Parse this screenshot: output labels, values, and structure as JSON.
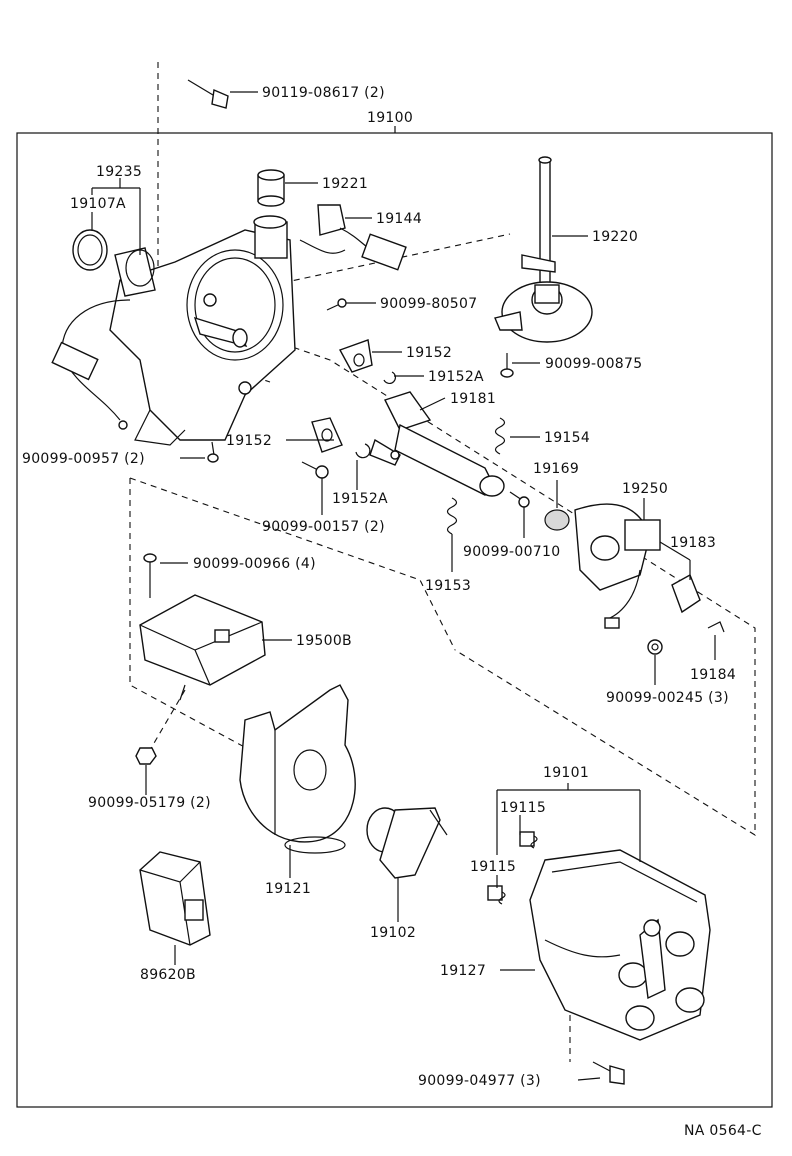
{
  "labels": {
    "p90119_08617": "90119-08617 (2)",
    "p19100": "19100",
    "p19235": "19235",
    "p19107A": "19107A",
    "p19221": "19221",
    "p19144": "19144",
    "p19220": "19220",
    "p90099_80507": "90099-80507",
    "p19152_top": "19152",
    "p19152A_top": "19152A",
    "p90099_00875": "90099-00875",
    "p19181": "19181",
    "p19154": "19154",
    "p19152_mid": "19152",
    "p90099_00957": "90099-00957 (2)",
    "p19152A_mid": "19152A",
    "p90099_00157": "90099-00157 (2)",
    "p19169": "19169",
    "p19250": "19250",
    "p90099_00710": "90099-00710",
    "p19153": "19153",
    "p19183": "19183",
    "p90099_00966": "90099-00966 (4)",
    "p19500B": "19500B",
    "p19184": "19184",
    "p90099_00245": "90099-00245 (3)",
    "p90099_05179": "90099-05179 (2)",
    "p19101": "19101",
    "p19115_a": "19115",
    "p19115_b": "19115",
    "p19121": "19121",
    "p19102": "19102",
    "p89620B": "89620B",
    "p19127": "19127",
    "p90099_04977": "90099-04977 (3)",
    "ref_code": "NA 0564-C"
  }
}
